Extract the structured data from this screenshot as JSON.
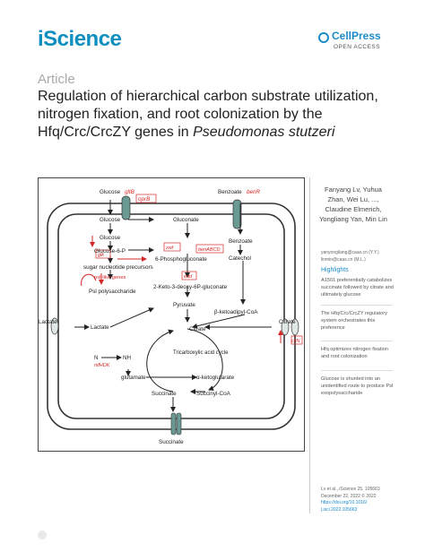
{
  "header": {
    "journal": "iScience",
    "publisher": "CellPress",
    "open_access": "OPEN ACCESS"
  },
  "article_type": "Article",
  "title": {
    "main": "Regulation of hierarchical carbon substrate utilization, nitrogen fixation, and root colonization by the Hfq/Crc/CrcZY genes in ",
    "species": "Pseudomonas stutzeri"
  },
  "authors": "Fanyang Lv, Yuhua Zhan, Wei Lu, ..., Claudine Elmerich, Yongliang Yan, Min Lin",
  "emails": "yanyongliang@caas.cn (Y.Y.) linmin@caas.cn (M.L.)",
  "highlights": {
    "heading": "Highlights",
    "items": [
      "A1501 preferentially catabolizes succinate followed by citrate and ultimately glucose",
      "The Hfq/Crc/CrcZY regulatory system orchestrates this preference",
      "Hfq optimizes nitrogen fixation and root colonization",
      "Glucose is shunted into an unidentified route to produce Psl exopolysaccharide"
    ]
  },
  "citation": {
    "text": "Lv et al., iScience 25, 105663 December 22, 2022 © 2022",
    "doi": "https://doi.org/10.1016/ j.isci.2022.105663"
  },
  "figure": {
    "labels": {
      "glucose_top": "Glucose",
      "gltB": "gltB",
      "oprB": "oprB",
      "benzoate_top": "Benzoate",
      "benR": "benR",
      "glucose_mid": "Glucose",
      "gluconate": "Gluconate",
      "benzoate_mid": "Benzoate",
      "glucose_in": "Glucose",
      "glucose6p": "Glucose-6-P",
      "glk": "glk",
      "zwf": "zwf",
      "p6g": "6-Phosphogluconate",
      "benABCD": "benABCD",
      "catechol": "Catechol",
      "sugar_nucl": "sugar nucleotide precursors",
      "psl_genes": "psl-like genes",
      "edd": "edd",
      "kdpg": "2-Keto-3-deoxy-6P-gluconate",
      "psl_poly": "Psl polysaccharide",
      "pyruvate": "Pyruvate",
      "ketoadipyl": "β-ketoadipyl-CoA",
      "lactate_out": "Lactate",
      "lactate_in": "Lactate",
      "citrate_in": "Citrate",
      "citrate_out": "Citrate",
      "citN": "citN",
      "n2": "N",
      "nh4": "NH",
      "nifHDK": "nifHDK",
      "tca": "Tricarboxylic acid cycle",
      "glutamate": "glutamate",
      "akg": "α-ketoglutarate",
      "succinate_in": "Succinate",
      "succinyl": "Succinyl-CoA",
      "succinate_out": "Succinate"
    },
    "colors": {
      "gene_red": "#d62828",
      "transporter_teal": "#6a9a93",
      "membrane": "#333333"
    }
  }
}
